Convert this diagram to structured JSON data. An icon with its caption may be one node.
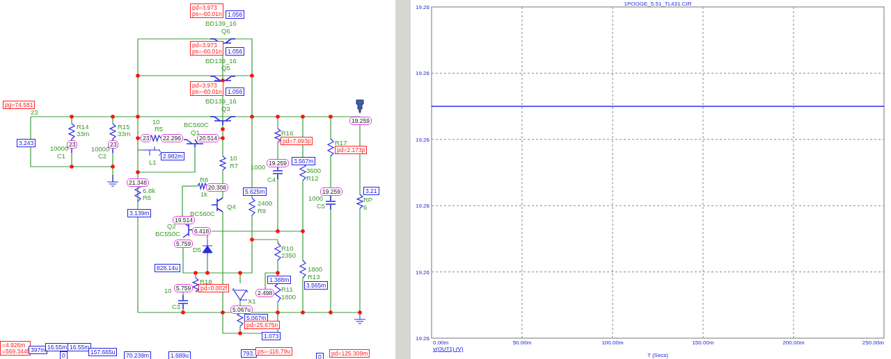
{
  "diagram": {
    "labels": [
      "pd=3.973",
      "ps=-60.01n",
      "1.056",
      "pd=3.973",
      "ps=-60.01n",
      "1.056",
      "pd=3.973",
      "ps=-60.01n",
      "1.056",
      "pg=74.581",
      "3.243",
      "23",
      "23",
      "23",
      "22.296",
      "20.514",
      "2.982m",
      "19.259",
      "pd=7.993p",
      "pd=2.173p",
      "19.259",
      "3.567m",
      "21.348",
      "20.308",
      "5.625m",
      "19.259",
      "3.21",
      "3.139m",
      "19.514",
      "6.418",
      "5.759",
      "828.14u",
      "1.388m",
      "5.759",
      "pd=0.002f",
      "3.565m",
      "2.498",
      "5.067u",
      "5.067m",
      "pd=25.675n",
      "1.073",
      "=4.926m",
      "=569.344f",
      "397m",
      "16.55m",
      "0",
      "16.55m",
      "157.665u",
      "70.239m",
      "1.689u",
      "793.",
      "ps=-116.79u",
      "0",
      "pd=125.309m",
      "BD139_16",
      "Q6",
      "BD139_16",
      "Q5",
      "BD139_16",
      "23",
      "Q3",
      "R14",
      "R15",
      "10",
      "BC560C",
      "33m",
      "33m",
      "R5",
      "Q1",
      "R16",
      "10000",
      "10000",
      "R17",
      "C1",
      "C2",
      "L1",
      "10",
      "R7",
      "1000",
      "3600",
      "R8",
      "C4",
      "R12",
      "6.8k",
      "R6",
      "1k",
      "BC560C",
      "Q4",
      "2400",
      "R9",
      "1000",
      "C5",
      "RP",
      "6",
      "Q2",
      "BC550C",
      "D5",
      "R10",
      "2350",
      "1800",
      "R18",
      "R13",
      "10",
      "R11",
      "X1",
      "1800",
      "C3"
    ],
    "chart_data": {
      "type": "line",
      "grid": true,
      "title": "1POOGE_5.51_TL431.CIR",
      "xlabel": "T (Secs)",
      "x": [
        0,
        250
      ],
      "series": [
        {
          "name": "v(OUT1) (V)",
          "color": "#0000ff",
          "values": [
            19.2592,
            19.2592
          ]
        }
      ],
      "xlim": [
        0,
        250
      ],
      "ylim": [
        19.2585,
        19.2595
      ],
      "xticks": [
        {
          "value": 0,
          "label": "0.00m"
        },
        {
          "value": 50,
          "label": "50.00m"
        },
        {
          "value": 100,
          "label": "100.00m"
        },
        {
          "value": 150,
          "label": "150.00m"
        },
        {
          "value": 200,
          "label": "200.00m"
        },
        {
          "value": 250,
          "label": "250.00m"
        }
      ],
      "yticks": [
        {
          "value": 19.2585,
          "label": "19.26"
        },
        {
          "value": 19.2587,
          "label": "19.26"
        },
        {
          "value": 19.2589,
          "label": "19.26"
        },
        {
          "value": 19.2591,
          "label": "19.26"
        },
        {
          "value": 19.2593,
          "label": "19.26"
        },
        {
          "value": 19.2595,
          "label": "19.26"
        }
      ]
    }
  }
}
